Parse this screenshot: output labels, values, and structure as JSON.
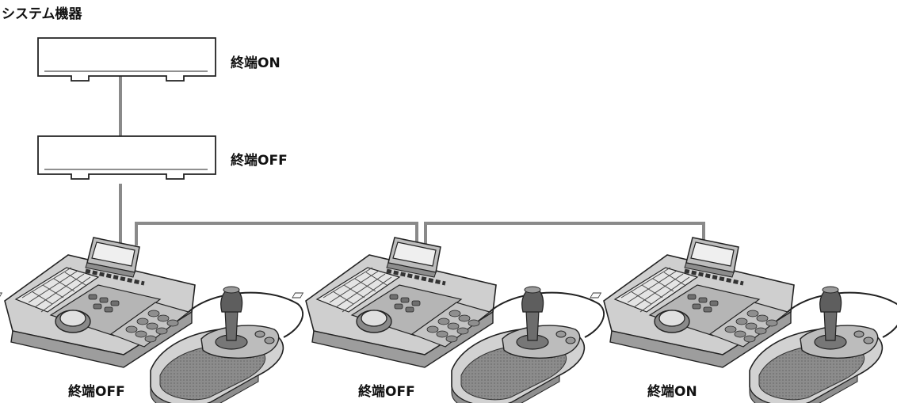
{
  "title": "システム機器",
  "devices": [
    {
      "termination": "終端ON"
    },
    {
      "termination": "終端OFF"
    }
  ],
  "controllers": [
    {
      "termination": "終端OFF"
    },
    {
      "termination": "終端OFF"
    },
    {
      "termination": "終端ON"
    }
  ],
  "colors": {
    "cable": "#8a8a8a",
    "outline": "#222222",
    "body_dark": "#9a9a9a",
    "body_light": "#d6d6d6"
  }
}
